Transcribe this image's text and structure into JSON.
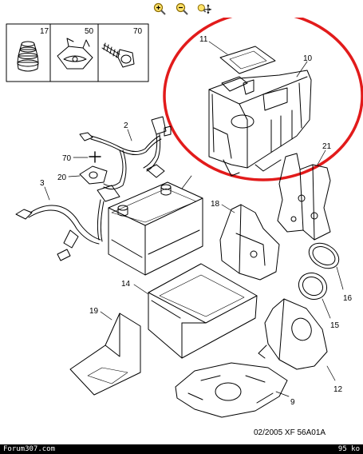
{
  "toolbar": {
    "zoom_in_icon": "zoom-in-icon",
    "zoom_out_icon": "zoom-out-icon",
    "pan_icon": "pan-icon"
  },
  "parts_box": {
    "labels": [
      "17",
      "50",
      "70"
    ]
  },
  "callouts": {
    "p2": "2",
    "p3": "3",
    "p9": "9",
    "p10": "10",
    "p11": "11",
    "p12": "12",
    "p14": "14",
    "p15": "15",
    "p16": "16",
    "p18": "18",
    "p19": "19",
    "p20": "20",
    "p21": "21",
    "p70": "70"
  },
  "reference": "02/2005  XF 56A01A",
  "footer": {
    "left": "Forum307.com",
    "right": "95 ko"
  },
  "colors": {
    "highlight_circle": "#e21b1b",
    "accent_toolbar": "#e8b400"
  }
}
